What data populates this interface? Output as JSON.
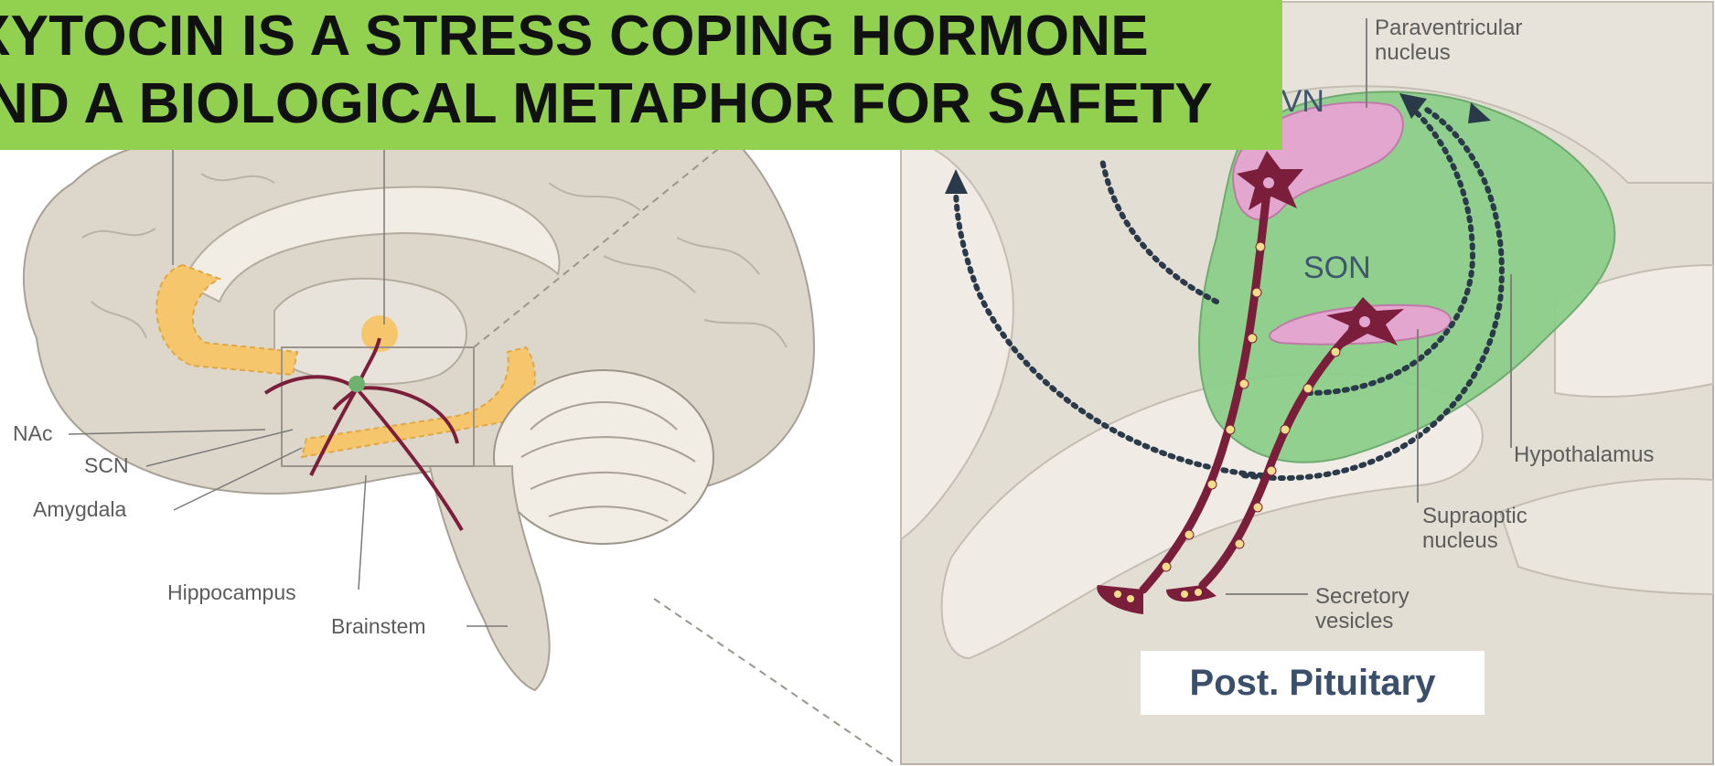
{
  "title": {
    "line1": "XYTOCIN IS A STRESS COPING HORMONE",
    "line2": "ND A BIOLOGICAL METAPHOR FOR SAFETY"
  },
  "brain_labels": {
    "nac": "NAc",
    "scn": "SCN",
    "amygdala": "Amygdala",
    "hippocampus": "Hippocampus",
    "brainstem": "Brainstem"
  },
  "inset_labels": {
    "pvn": "PVN",
    "son": "SON",
    "paraventricular_line1": "Paraventricular",
    "paraventricular_line2": "nucleus",
    "hypothalamus": "Hypothalamus",
    "supraoptic_line1": "Supraoptic",
    "supraoptic_line2": "nucleus",
    "secretory_line1": "Secretory",
    "secretory_line2": "vesicles",
    "post_pituitary": "Post. Pituitary"
  },
  "colors": {
    "banner": "#92d050",
    "hypothalamus_fill": "#8ccf8a",
    "nucleus_pink": "#e3a6cf",
    "neuron_maroon": "#7b1e3c",
    "brain_tissue": "#ddd7cb",
    "projection_orange": "#f6c66d"
  }
}
